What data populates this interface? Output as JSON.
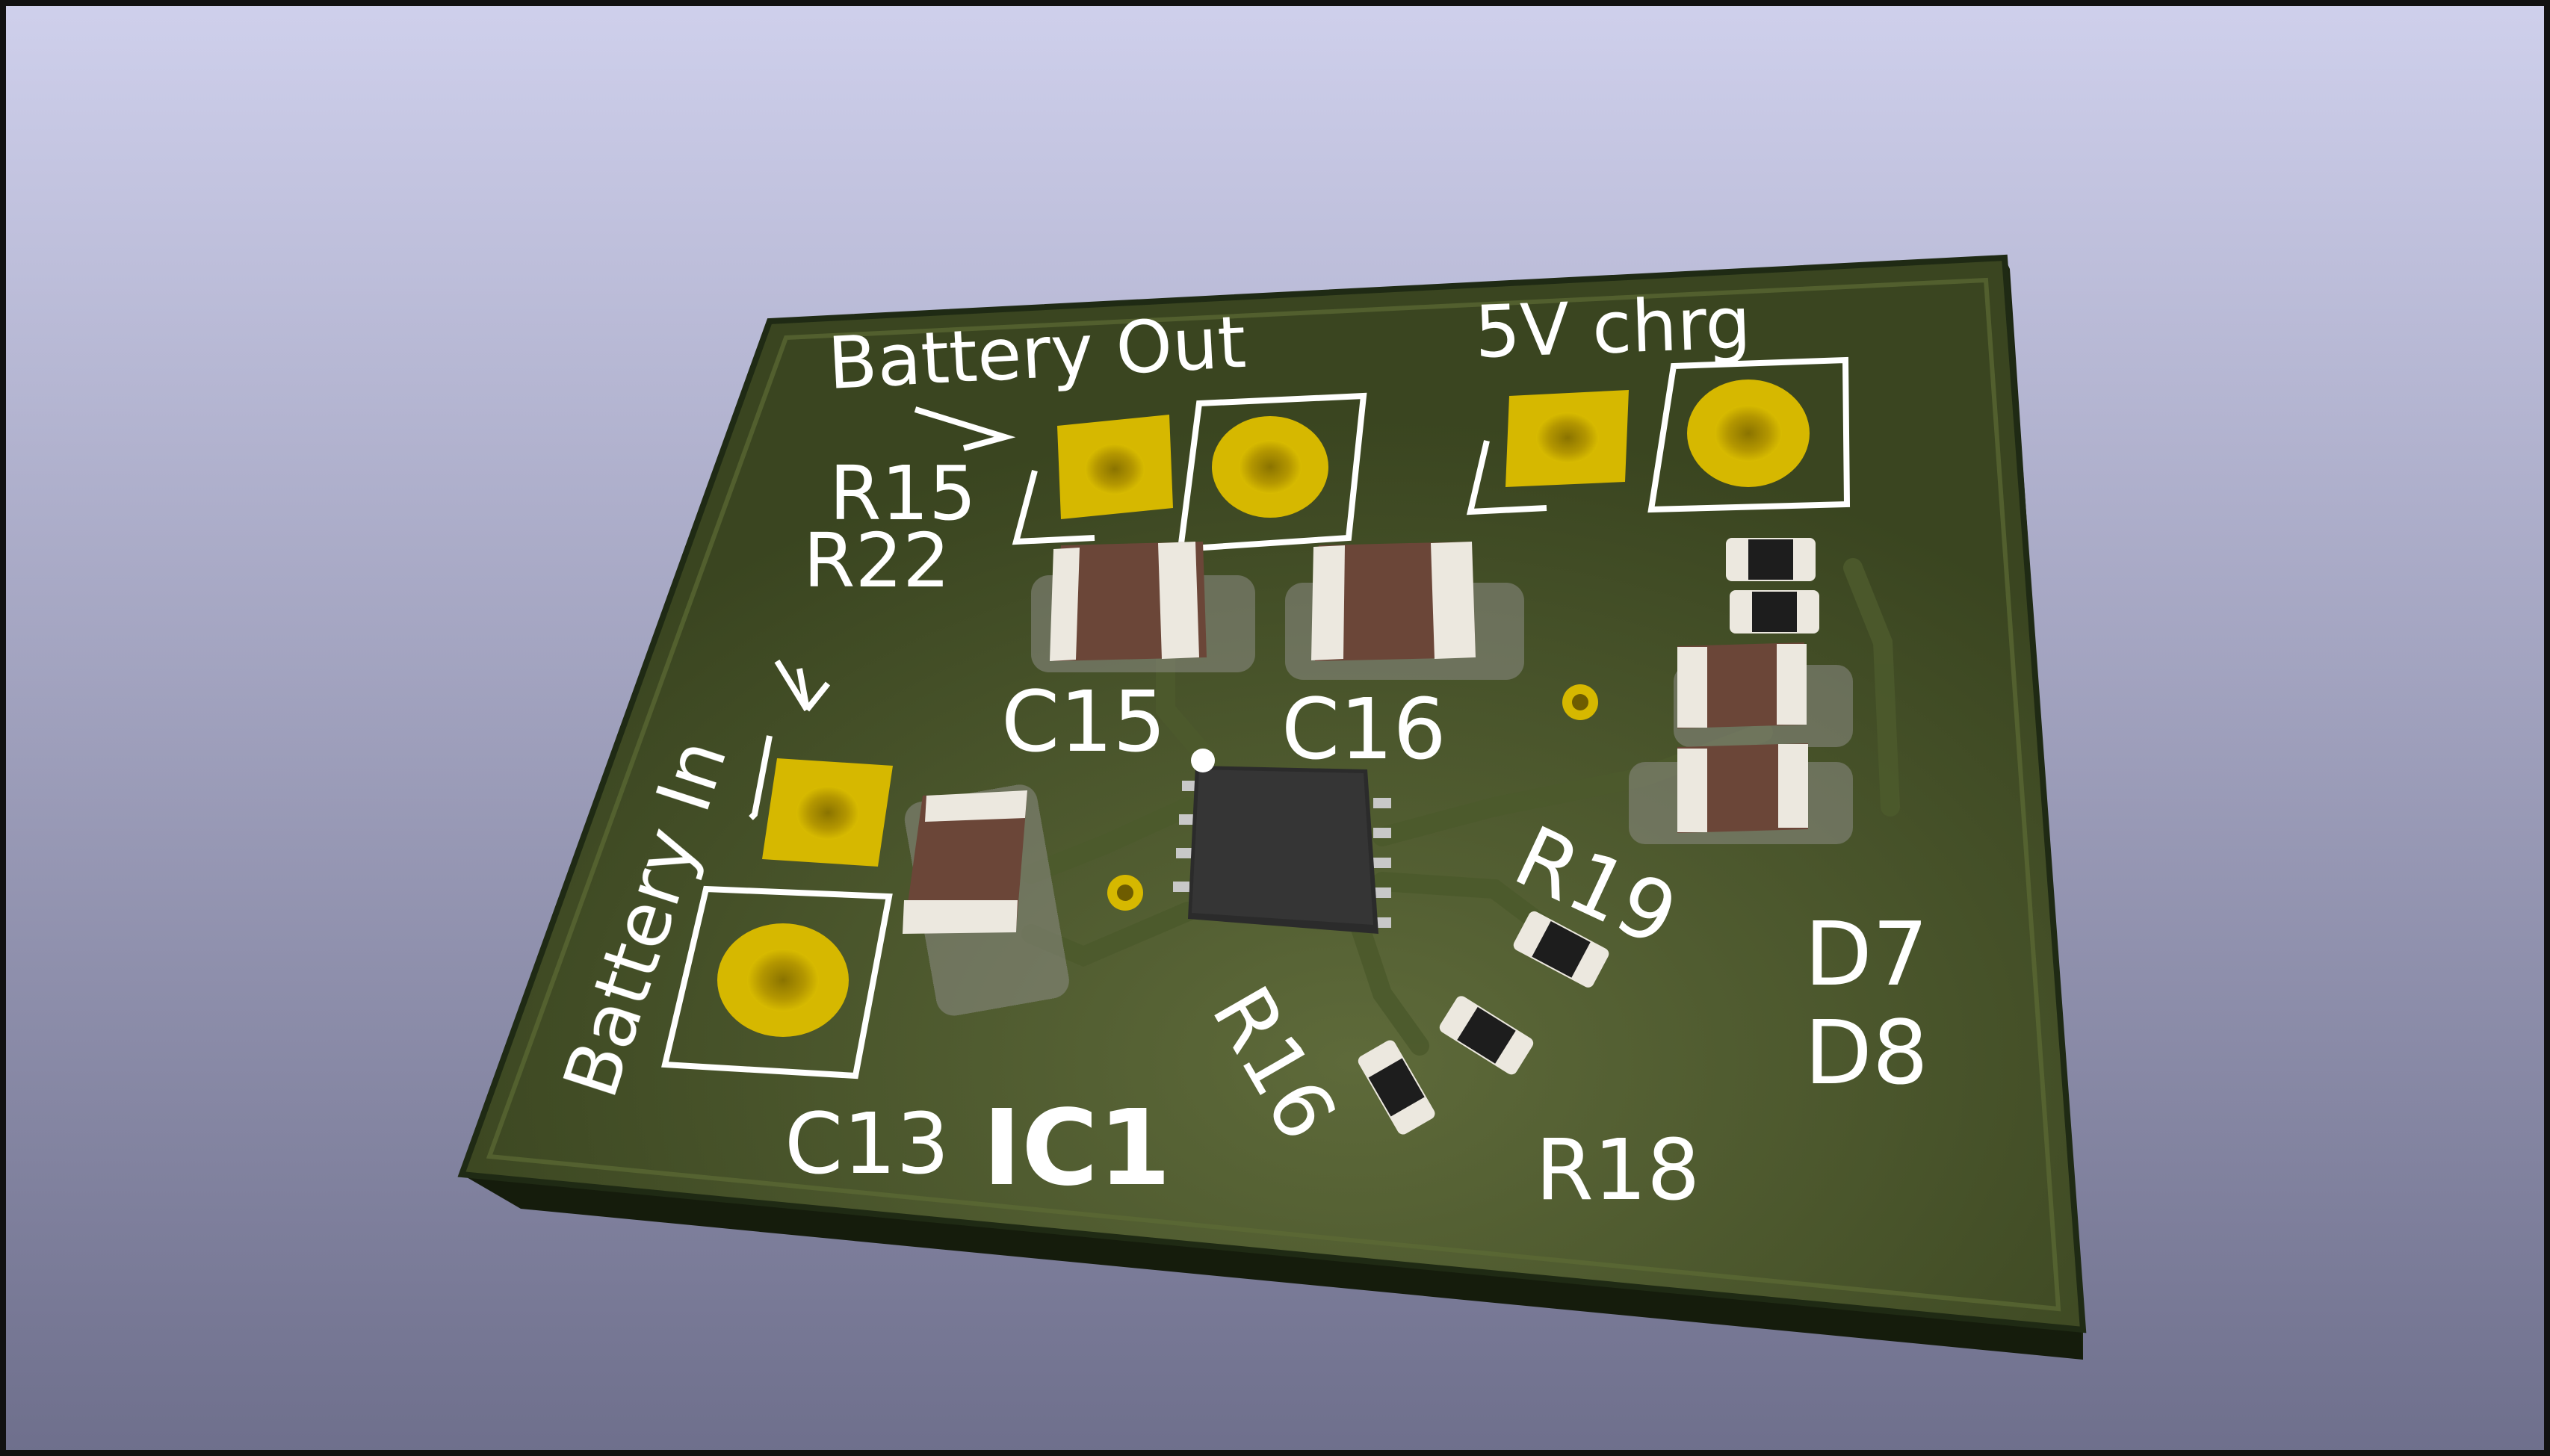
{
  "colors": {
    "background_top": "#cfd0ec",
    "background_bottom": "#6e6f8c",
    "board": "#3f4a24",
    "board_edge": "#1f2a14",
    "board_side": "#151c0c",
    "copper_pad": "#d6b800",
    "silkscreen": "#ffffff",
    "capacitor_body": "#6b4638",
    "capacitor_end": "#ece8df",
    "ic_body": "#2b2b2b"
  },
  "silkscreen": {
    "battery_out": "Battery Out",
    "charge_5v": "5V chrg",
    "battery_in": "Battery In",
    "r15": "R15",
    "r22": "R22",
    "c15": "C15",
    "c16": "C16",
    "c13": "C13",
    "ic1": "IC1",
    "r16": "R16",
    "r18": "R18",
    "r19": "R19",
    "d7": "D7",
    "d8": "D8"
  }
}
